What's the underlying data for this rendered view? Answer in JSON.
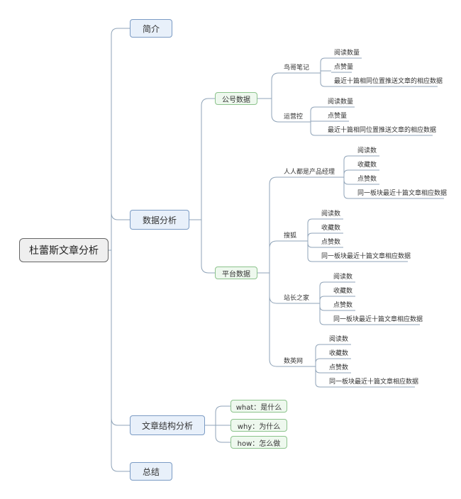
{
  "root": "杜蕾斯文章分析",
  "branches": [
    {
      "label": "简介"
    },
    {
      "label": "数据分析",
      "children": [
        {
          "label": "公号数据",
          "children": [
            {
              "label": "鸟哥笔记",
              "items": [
                "阅读数量",
                "点赞量",
                "最近十篇相同位置推送文章的相应数据"
              ]
            },
            {
              "label": "运营控",
              "items": [
                "阅读数量",
                "点赞量",
                "最近十篇相同位置推送文章的相应数据"
              ]
            }
          ]
        },
        {
          "label": "平台数据",
          "children": [
            {
              "label": "人人都是产品经理",
              "items": [
                "阅读数",
                "收藏数",
                "点赞数",
                "同一板块最近十篇文章相应数据"
              ]
            },
            {
              "label": "搜狐",
              "items": [
                "阅读数",
                "收藏数",
                "点赞数",
                "同一板块最近十篇文章相应数据"
              ]
            },
            {
              "label": "站长之家",
              "items": [
                "阅读数",
                "收藏数",
                "点赞数",
                "同一板块最近十篇文章相应数据"
              ]
            },
            {
              "label": "数英网",
              "items": [
                "阅读数",
                "收藏数",
                "点赞数",
                "同一板块最近十篇文章相应数据"
              ]
            }
          ]
        }
      ]
    },
    {
      "label": "文章结构分析",
      "children": [
        {
          "label": "what：是什么"
        },
        {
          "label": "why：为什么"
        },
        {
          "label": "how：怎么做"
        }
      ]
    },
    {
      "label": "总结"
    }
  ]
}
